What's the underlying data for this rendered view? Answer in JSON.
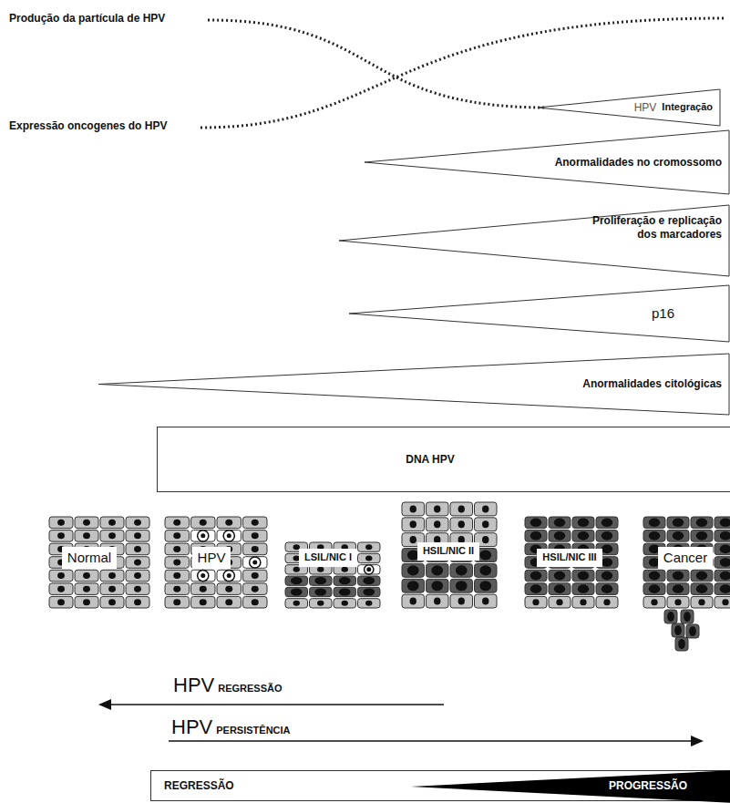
{
  "diagram": {
    "nodes": [
      {
        "text": [
          "HPV",
          "Integração"
        ]
      },
      {
        "text": [
          "Anormalidades no cromossomo"
        ]
      },
      {
        "text": [
          "Proliferação e replicação dos marcadores"
        ]
      },
      {
        "text": [
          "p16"
        ]
      },
      {
        "text": [
          "Anormalidades citológicas"
        ]
      },
      {
        "text": [
          "DNA HPV"
        ]
      },
      {
        "text": [
          "Normal"
        ]
      },
      {
        "text": [
          "HPV"
        ]
      },
      {
        "text": [
          "LSIL/NIC I"
        ]
      },
      {
        "text": [
          "HSIL/NIC II"
        ]
      },
      {
        "text": [
          "HSIL/NIC III"
        ]
      },
      {
        "text": [
          "Cancer"
        ]
      },
      {
        "text": [
          "REGRESSÃO",
          "PROGRESSÃO"
        ]
      }
    ],
    "labels": [
      "Produção da partícula de HPV",
      "Expressão oncogenes do HPV",
      "HPV",
      "REGRESSÃO",
      "HPV",
      "PERSISTÊNCIA"
    ]
  }
}
